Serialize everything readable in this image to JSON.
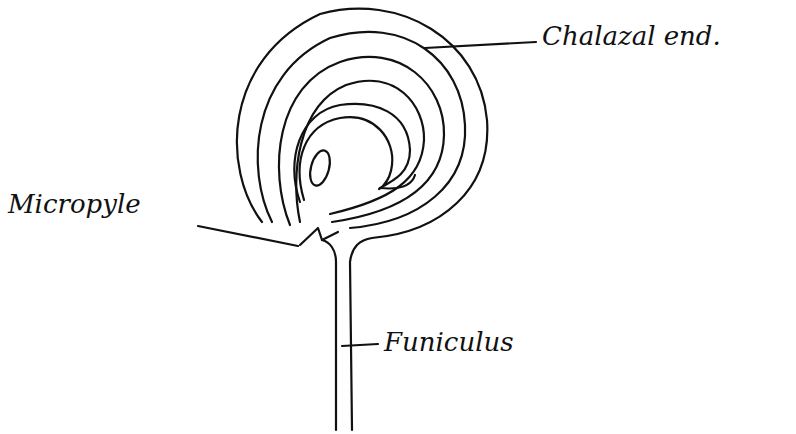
{
  "diagram": {
    "labels": [
      "Chalazal end.",
      "Micropyle",
      "Funiculus"
    ]
  }
}
